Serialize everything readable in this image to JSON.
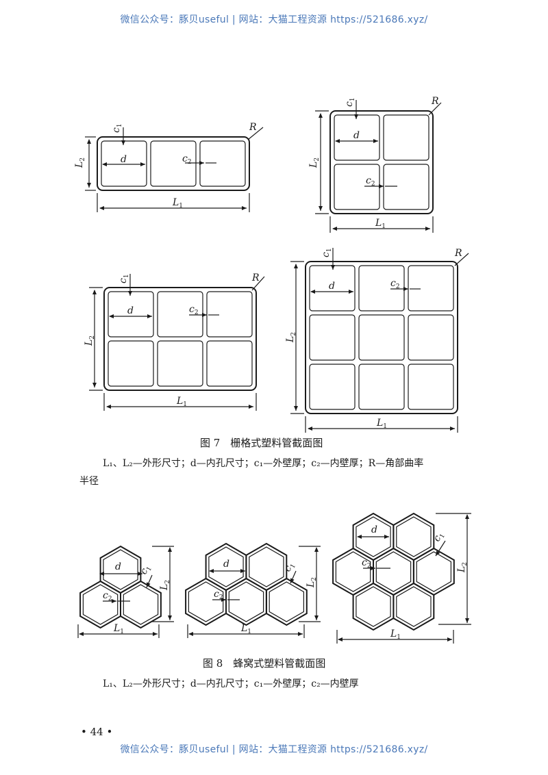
{
  "watermark": {
    "top": "微信公众号：豚贝useful | 网站：大猫工程资源 https://521686.xyz/",
    "bottom": "微信公众号：豚贝useful | 网站：大猫工程资源 https://521686.xyz/"
  },
  "figure7": {
    "caption": "图 7　栅格式塑料管截面图",
    "legend_line1": "L₁、L₂—外形尺寸；d—内孔尺寸；c₁—外壁厚；c₂—内壁厚；R—角部曲率",
    "legend_line2": "半径"
  },
  "figure8": {
    "caption": "图 8　蜂窝式塑料管截面图",
    "legend": "L₁、L₂—外形尺寸；d—内孔尺寸；c₁—外壁厚；c₂—内壁厚"
  },
  "labels": {
    "L1": "L",
    "L2": "L",
    "sub1": "1",
    "sub2": "2",
    "d": "d",
    "c": "c",
    "R": "R"
  },
  "page_number": "• 44 •"
}
